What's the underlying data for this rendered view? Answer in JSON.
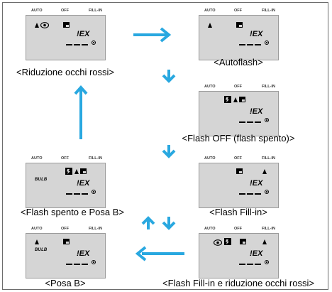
{
  "lcd_labels": {
    "auto": "AUTO",
    "off": "OFF",
    "fill": "FILL-IN",
    "bulb": "BULB",
    "ev": "EX"
  },
  "captions": {
    "red_eye": "<Riduzione occhi rossi>",
    "autoflash": "<Autoflash>",
    "flash_off": "<Flash OFF (flash spento)>",
    "flash_off_bulb": "<Flash spento e Posa B>",
    "fill_in": "<Flash Fill-in>",
    "bulb": "<Posa B>",
    "fill_red_eye": "<Flash Fill-in e riduzione occhi rossi>"
  },
  "colors": {
    "arrow": "#29a8e0",
    "lcd": "#d5d5d5"
  },
  "icons": [
    "triangle-icon",
    "eye-icon",
    "flash-off-icon",
    "battery-icon",
    "exposure-dial-icon"
  ]
}
